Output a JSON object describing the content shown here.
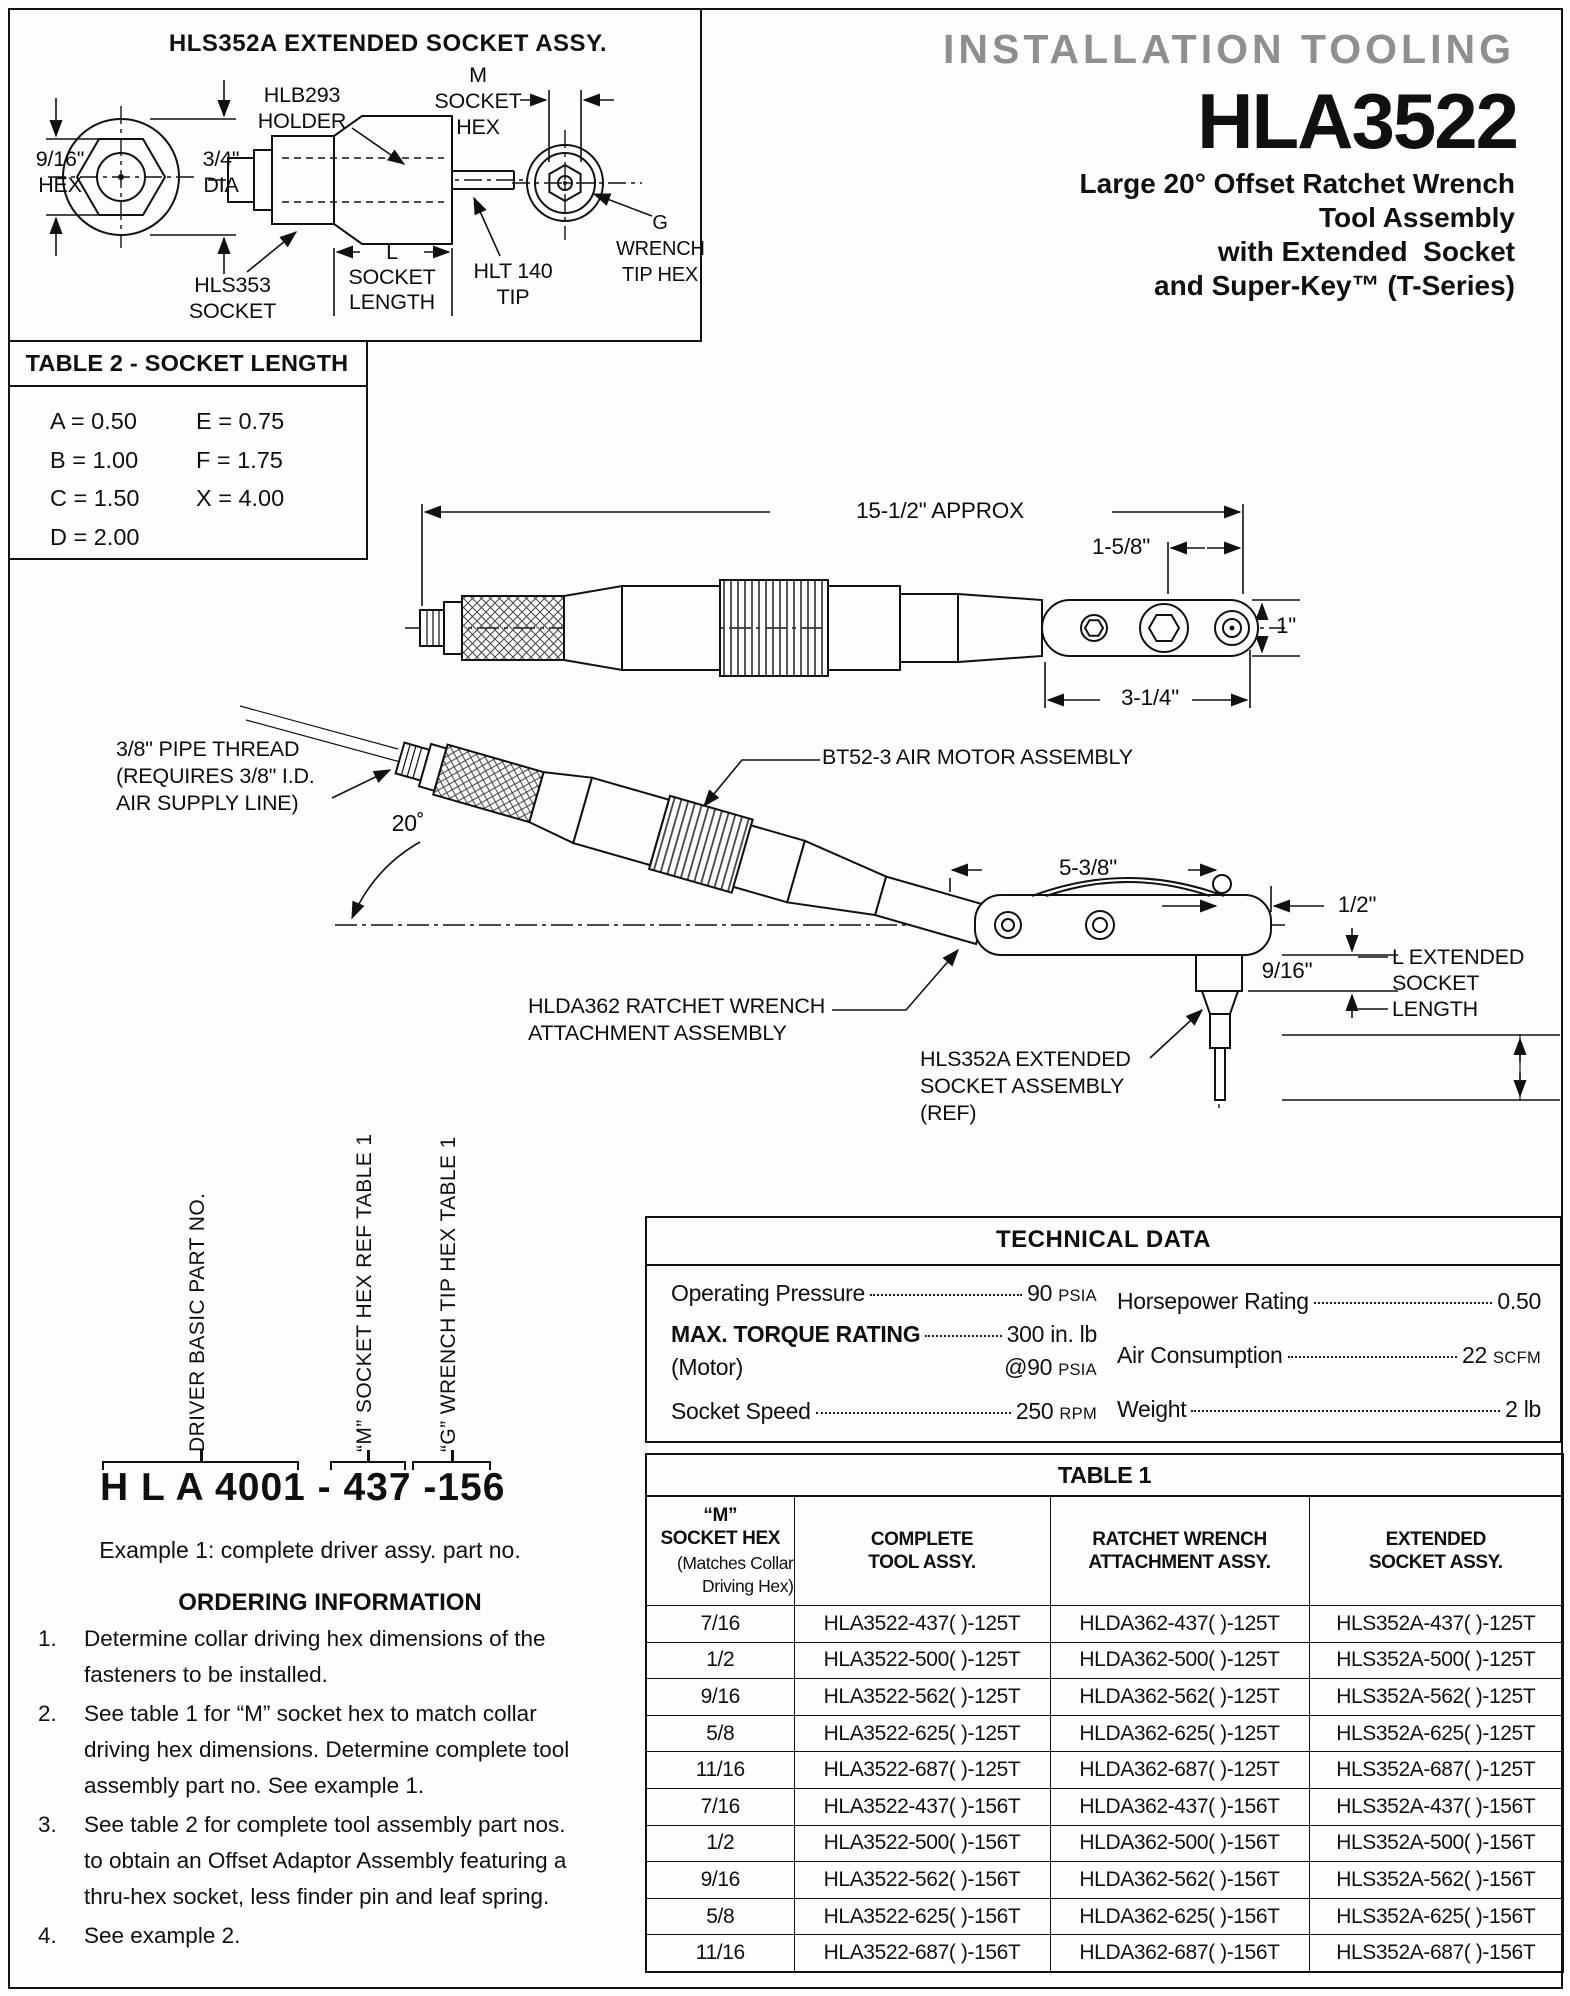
{
  "header": {
    "kicker": "INSTALLATION TOOLING",
    "model": "HLA3522",
    "line1": "Large 20° Offset Ratchet Wrench",
    "line2": "Tool Assembly",
    "line3": "with Extended  Socket",
    "line4": "and Super-Key™ (T-Series)"
  },
  "socket_diagram": {
    "title": "HLS352A EXTENDED SOCKET ASSY.",
    "hex": "9/16\"\nHEX",
    "dia": "3/4\"\nDIA",
    "holder": "HLB293\nHOLDER",
    "socket": "HLS353\nSOCKET",
    "length": "L\nSOCKET\nLENGTH",
    "tip": "HLT 140\nTIP",
    "m_hex": "M\nSOCKET\nHEX",
    "g_hex": "G\nWRENCH\nTIP HEX"
  },
  "table2": {
    "title": "TABLE 2 - SOCKET LENGTH",
    "col1": [
      "A = 0.50",
      "B = 1.00",
      "C = 1.50",
      "D = 2.00"
    ],
    "col2": [
      "E = 0.75",
      "F = 1.75",
      "X = 4.00"
    ]
  },
  "drawing": {
    "dim_overall": "15-1/2\" APPROX",
    "dim_1_5_8": "1-5/8\"",
    "dim_1": "1\"",
    "dim_3_1_4": "3-1/4\"",
    "pipe_thread": "3/8\" PIPE THREAD\n(REQUIRES 3/8\" I.D.\nAIR SUPPLY LINE)",
    "angle": "20˚",
    "air_motor": "BT52-3 AIR MOTOR ASSEMBLY",
    "dim_5_3_8": "5-3/8\"",
    "dim_1_2": "1/2\"",
    "dim_9_16": "9/16\"",
    "l_extended": "L EXTENDED\nSOCKET\nLENGTH",
    "ratchet": "HLDA362 RATCHET WRENCH\nATTACHMENT ASSEMBLY",
    "socket_ref": "HLS352A EXTENDED\nSOCKET ASSEMBLY\n(REF)"
  },
  "part_number": {
    "driver_label": "DRIVER BASIC PART NO.",
    "m_label": "“M” SOCKET HEX REF TABLE 1",
    "g_label": "“G” WRENCH TIP HEX TABLE 1",
    "number": "H L A 4001 - 437 -156",
    "example": "Example 1: complete driver assy. part no."
  },
  "ordering": {
    "title": "ORDERING INFORMATION",
    "items": [
      "Determine collar driving hex dimensions of the\nfasteners to be installed.",
      "See table 1 for “M” socket hex to match collar\ndriving hex dimensions. Determine complete tool\nassembly part no. See example 1.",
      "See table 2 for complete tool assembly part nos.\nto obtain an Offset Adaptor Assembly featuring a\nthru-hex socket, less finder pin and leaf spring.",
      "See example 2."
    ]
  },
  "technical_data": {
    "title": "TECHNICAL DATA",
    "op_label": "Operating Pressure",
    "op_value": "90",
    "op_unit": "PSIA",
    "torque_label": "MAX. TORQUE RATING",
    "torque_value": "300 in. lb",
    "motor_label": "(Motor)",
    "motor_value": "@90",
    "motor_unit": "PSIA",
    "speed_label": "Socket Speed",
    "speed_value": "250",
    "speed_unit": "RPM",
    "hp_label": "Horsepower Rating",
    "hp_value": "0.50",
    "air_label": "Air Consumption",
    "air_value": "22",
    "air_unit": "SCFM",
    "weight_label": "Weight",
    "weight_value": "2 lb"
  },
  "table1": {
    "title": "TABLE 1",
    "h1": "“M”\nSOCKET HEX",
    "h1_sub": "(Matches Collar\nDriving Hex)",
    "h2": "COMPLETE\nTOOL ASSY.",
    "h3": "RATCHET WRENCH\nATTACHMENT ASSY.",
    "h4": "EXTENDED\nSOCKET ASSY.",
    "rows": [
      [
        "7/16",
        "HLA3522-437( )-125T",
        "HLDA362-437( )-125T",
        "HLS352A-437( )-125T"
      ],
      [
        "1/2",
        "HLA3522-500( )-125T",
        "HLDA362-500( )-125T",
        "HLS352A-500( )-125T"
      ],
      [
        "9/16",
        "HLA3522-562( )-125T",
        "HLDA362-562( )-125T",
        "HLS352A-562( )-125T"
      ],
      [
        "5/8",
        "HLA3522-625( )-125T",
        "HLDA362-625( )-125T",
        "HLS352A-625( )-125T"
      ],
      [
        "11/16",
        "HLA3522-687( )-125T",
        "HLDA362-687( )-125T",
        "HLS352A-687( )-125T"
      ],
      [
        "7/16",
        "HLA3522-437( )-156T",
        "HLDA362-437( )-156T",
        "HLS352A-437( )-156T"
      ],
      [
        "1/2",
        "HLA3522-500( )-156T",
        "HLDA362-500( )-156T",
        "HLS352A-500( )-156T"
      ],
      [
        "9/16",
        "HLA3522-562( )-156T",
        "HLDA362-562( )-156T",
        "HLS352A-562( )-156T"
      ],
      [
        "5/8",
        "HLA3522-625( )-156T",
        "HLDA362-625( )-156T",
        "HLS352A-625( )-156T"
      ],
      [
        "11/16",
        "HLA3522-687( )-156T",
        "HLDA362-687( )-156T",
        "HLS352A-687( )-156T"
      ]
    ]
  }
}
